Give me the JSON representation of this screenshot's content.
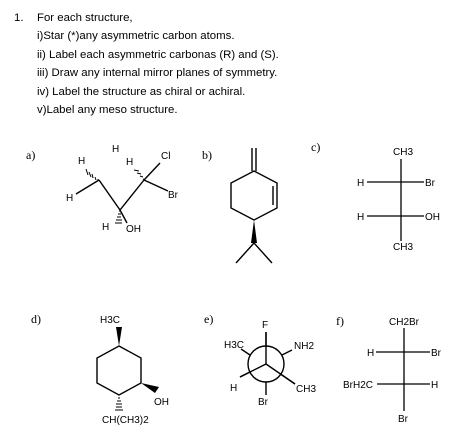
{
  "question": {
    "number": "1.",
    "lines": [
      "For each structure,",
      "i)Star (*)any asymmetric carbon atoms.",
      "ii) Label each asymmetric carbonas (R) and (S).",
      "iii) Draw any internal mirror planes of symmetry.",
      "iv) Label the structure as chiral or achiral.",
      "v)Label any meso structure."
    ]
  },
  "structures": {
    "a": {
      "label": "a)",
      "atoms": {
        "h_left_top": "H",
        "h_top": "H",
        "cl": "Cl",
        "h_left": "H",
        "br": "Br",
        "h_bottom": "H",
        "oh": "OH"
      }
    },
    "b": {
      "label": "b)"
    },
    "c": {
      "label": "c)",
      "atoms": {
        "top": "CH3",
        "left1": "H",
        "right1": "Br",
        "left2": "H",
        "right2": "OH",
        "bottom": "CH3"
      }
    },
    "d": {
      "label": "d)",
      "atoms": {
        "h3c": "H3C",
        "oh": "OH",
        "isopropyl": "CH(CH3)2"
      }
    },
    "e": {
      "label": "e)",
      "atoms": {
        "f": "F",
        "h3c": "H3C",
        "nh2": "NH2",
        "h": "H",
        "ch3": "CH3",
        "br": "Br"
      }
    },
    "f": {
      "label": "f)",
      "atoms": {
        "top": "CH2Br",
        "left1": "H",
        "right1": "Br",
        "left2": "BrH2C",
        "right2": "H",
        "bottom": "Br"
      }
    }
  }
}
